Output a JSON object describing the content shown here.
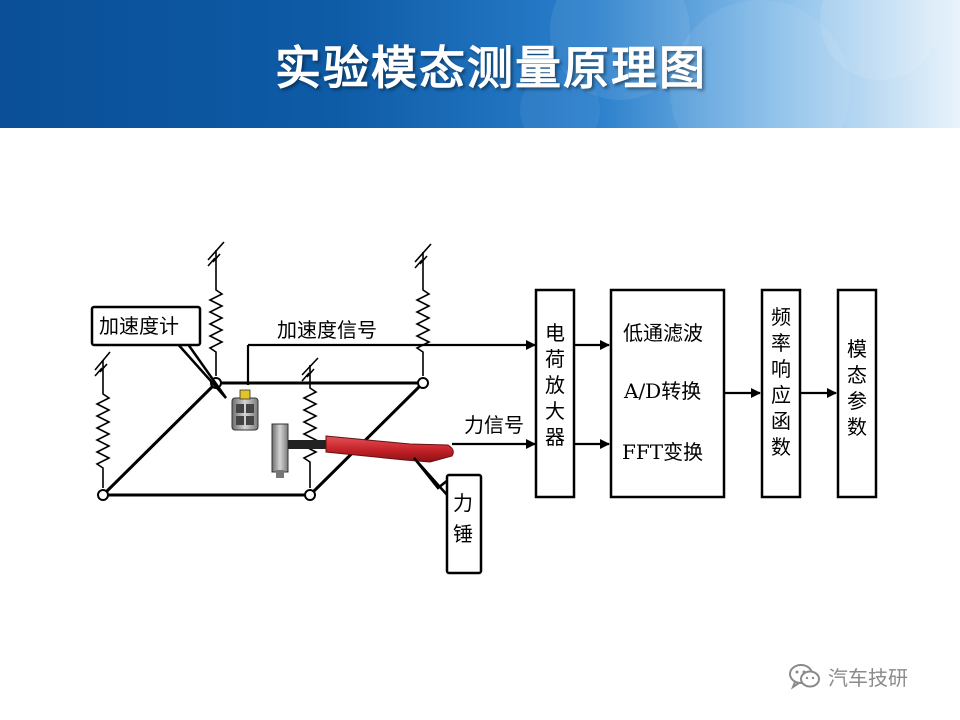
{
  "slide": {
    "title": "实验模态测量原理图"
  },
  "diagram": {
    "callout_accelerometer": "加速度计",
    "label_accel_signal": "加速度信号",
    "label_force_signal": "力信号",
    "callout_hammer": [
      "力",
      "锤"
    ],
    "block_charge_amp": [
      "电",
      "荷",
      "放",
      "大",
      "器"
    ],
    "block_processing": {
      "line1": "低通滤波",
      "line2": "A/D转换",
      "line3": "FFT变换"
    },
    "block_frf": [
      "频",
      "率",
      "响",
      "应",
      "函",
      "数"
    ],
    "block_modal": [
      "模",
      "态",
      "参",
      "数"
    ]
  },
  "watermark": {
    "text": "汽车技研",
    "icon": "wechat-icon"
  },
  "colors": {
    "banner_dark": "#0a4f97",
    "banner_light": "#86bde9",
    "hammer_handle": "#c8242b"
  }
}
